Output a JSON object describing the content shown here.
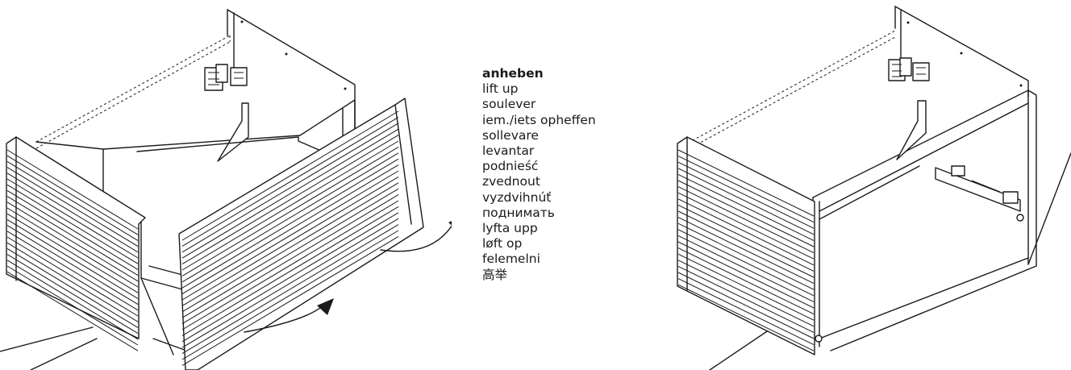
{
  "instruction": {
    "heading": "anheben",
    "translations": [
      "lift up",
      "soulever",
      "iem./iets opheffen",
      "sollevare",
      "levantar",
      "podnieść",
      "zvednout",
      "vyzdvihnúť",
      "поднимать",
      "lyfta upp",
      "løft op",
      "felemelni",
      "高举"
    ]
  },
  "figures": [
    {
      "name": "cabinet-with-front-being-lifted",
      "shows": "drawer front lifted off cabinet"
    },
    {
      "name": "cabinet-with-front-removed",
      "shows": "cabinet carcass with drawer slide visible"
    }
  ],
  "colors": {
    "line": "#1a1a1a",
    "background": "#ffffff"
  }
}
